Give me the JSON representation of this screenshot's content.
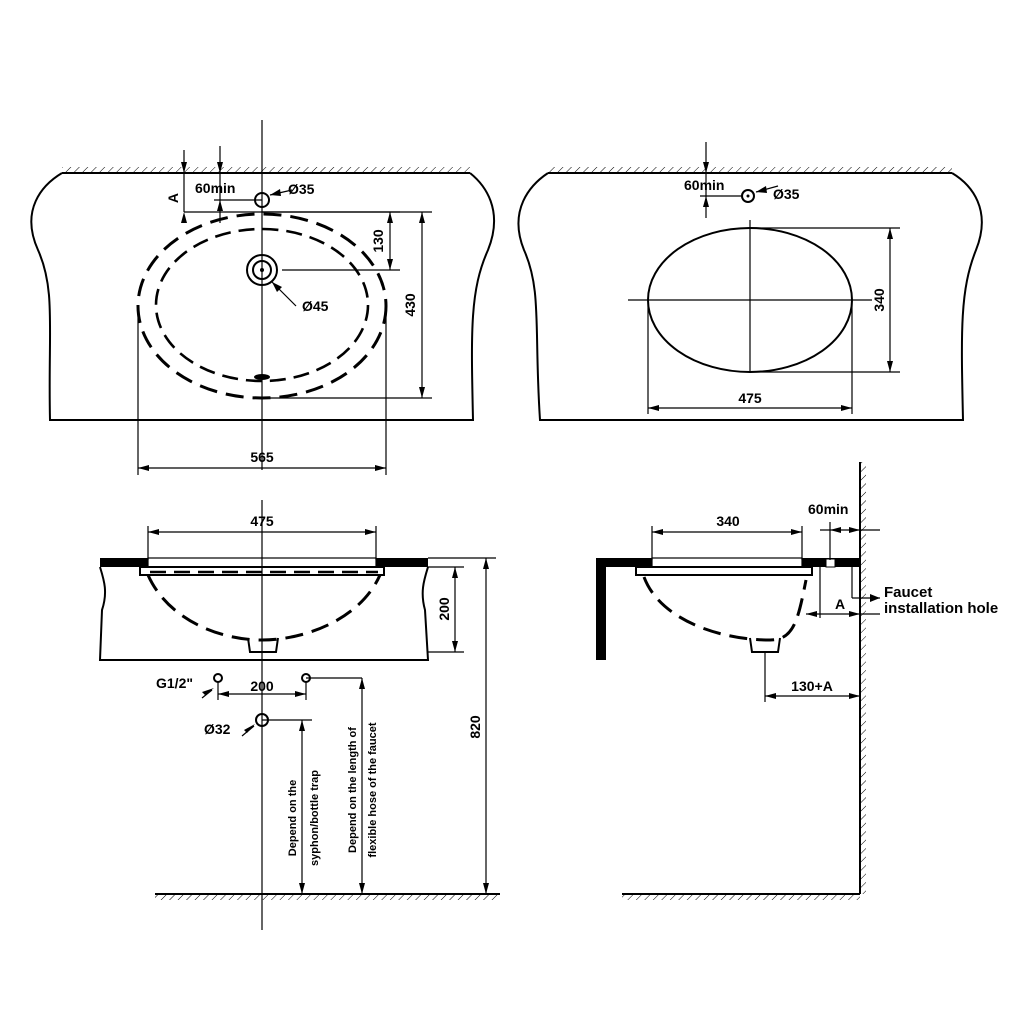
{
  "top_left": {
    "dim_A": "A",
    "dim_60min": "60min",
    "dim_d35": "Ø35",
    "dim_130": "130",
    "dim_430": "430",
    "dim_d45": "Ø45",
    "dim_565": "565"
  },
  "top_right": {
    "dim_60min": "60min",
    "dim_d35": "Ø35",
    "dim_340": "340",
    "dim_475": "475"
  },
  "bottom_left": {
    "dim_475": "475",
    "dim_200_height": "200",
    "dim_g12": "G1/2\"",
    "dim_200_spacing": "200",
    "dim_d32": "Ø32",
    "dim_820": "820",
    "note_trap_line1": "Depend on the",
    "note_trap_line2": "syphon/bottle trap",
    "note_hose_line1": "Depend on the length of",
    "note_hose_line2": "flexible hose of the faucet"
  },
  "bottom_right": {
    "dim_340": "340",
    "dim_60min": "60min",
    "faucet_line1": "Faucet",
    "faucet_line2": "installation hole",
    "dim_A": "A",
    "dim_130A": "130+A"
  }
}
